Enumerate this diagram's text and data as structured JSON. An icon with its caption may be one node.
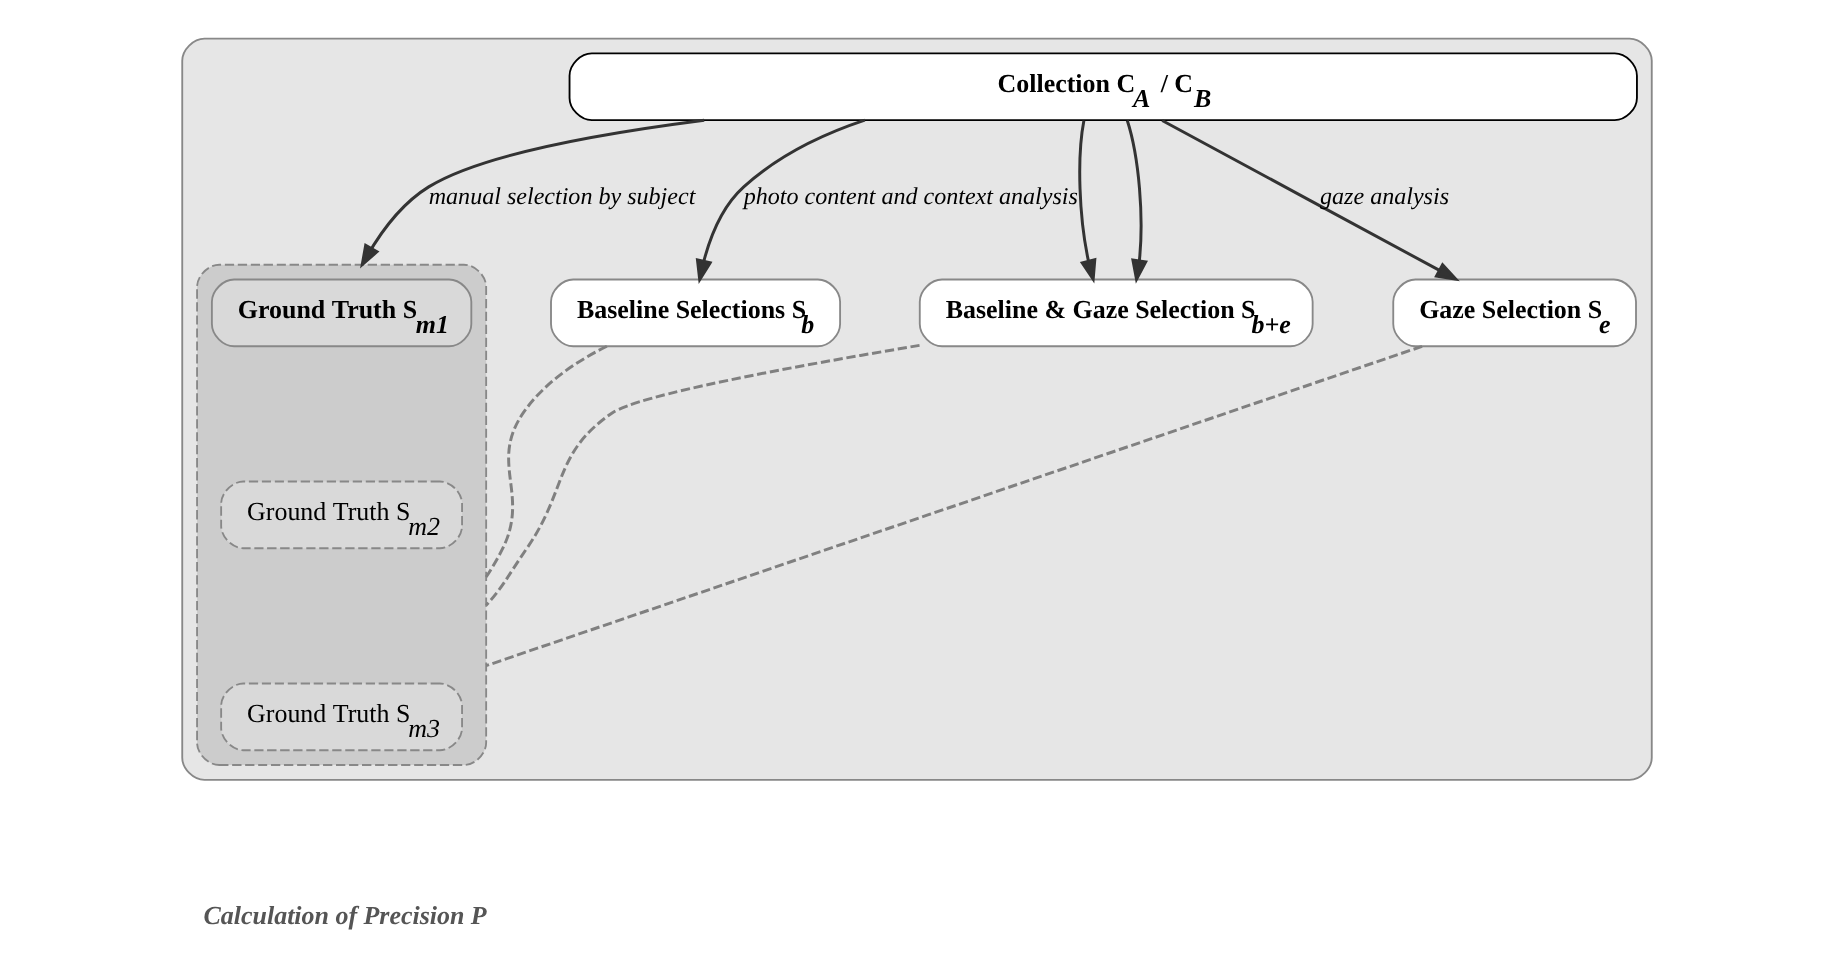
{
  "diagram": {
    "nodes": [
      {
        "text": [],
        "shape": "box"
      },
      {
        "text": [
          "Collection C$_{A}$ / C$_{B}$"
        ],
        "in": 0
      },
      {
        "text": [],
        "shape": "box",
        "in": 0
      },
      {
        "text": [
          "Ground Truth S$_{m1}$"
        ],
        "in": 2
      },
      {
        "text": [
          "Ground Truth S$_{m2}$"
        ],
        "in": 2
      },
      {
        "text": [
          "Ground Truth S$_{m3}$"
        ],
        "in": 2
      },
      {
        "text": [
          "Baseline Selections S$_{b}$"
        ],
        "in": 0
      },
      {
        "text": [
          "Baseline & Gaze Selection S$_{b+e}$"
        ],
        "in": 0
      },
      {
        "text": [
          "Gaze Selection S$_{e}$"
        ],
        "in": 0
      }
    ],
    "edges": [
      {
        "from": 1,
        "to": 2,
        "arrow": "to",
        "label": "manual selection by subject"
      },
      {
        "from": 1,
        "to": 6,
        "arrow": "to",
        "label": "photo content and context analysis"
      },
      {
        "from": 1,
        "to": 7,
        "arrow": "to"
      },
      {
        "from": 1,
        "to": 8,
        "arrow": "to",
        "label": "gaze analysis"
      },
      {
        "from": 1,
        "to": 7,
        "arrow": "to"
      },
      {
        "from": 6,
        "to": 2,
        "arrow": "none",
        "style": "dashed",
        "color": "#808080"
      },
      {
        "from": 7,
        "to": 2,
        "arrow": "none",
        "style": "dashed",
        "color": "#808080"
      },
      {
        "from": 8,
        "to": 2,
        "arrow": "none",
        "style": "dashed",
        "color": "#808080"
      }
    ],
    "labels": [
      "Calculation of Precision P"
    ]
  }
}
